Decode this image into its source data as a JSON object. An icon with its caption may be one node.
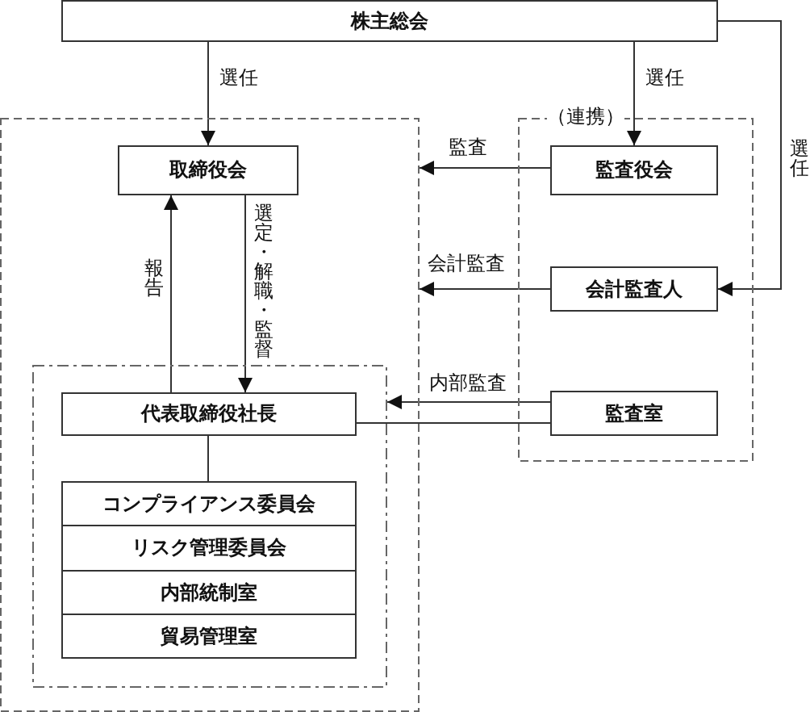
{
  "diagram": {
    "nodes": [
      {
        "text": [
          "株主総会"
        ]
      },
      {
        "text": [],
        "shape": "box"
      },
      {
        "text": [
          "取締役会"
        ],
        "in": 1
      },
      {
        "text": [],
        "shape": "box",
        "in": 1
      },
      {
        "text": [
          "代表取締役社長"
        ],
        "in": 3
      },
      {
        "text": [
          "コンプライアンス委員会"
        ],
        "in": 3
      },
      {
        "text": [
          "リスク管理委員会"
        ],
        "in": 3
      },
      {
        "text": [
          "内部統制室"
        ],
        "in": 3
      },
      {
        "text": [
          "貿易管理室"
        ],
        "in": 3
      },
      {
        "text": [
          "（連携）"
        ]
      },
      {
        "text": [
          "監査役会"
        ],
        "in": 9
      },
      {
        "text": [
          "会計監査人"
        ],
        "in": 9
      },
      {
        "text": [
          "監査室"
        ],
        "in": 9
      }
    ],
    "edges": [
      {
        "from": 0,
        "to": 2,
        "arrow": "to",
        "label": "選任"
      },
      {
        "from": 0,
        "to": 10,
        "arrow": "to",
        "label": "選任"
      },
      {
        "from": 0,
        "to": 11,
        "arrow": "to",
        "label": "選任"
      },
      {
        "from": 10,
        "to": 1,
        "arrow": "to",
        "label": "監査"
      },
      {
        "from": 11,
        "to": 1,
        "arrow": "to",
        "label": "会計監査"
      },
      {
        "from": 12,
        "to": 3,
        "arrow": "to",
        "label": "内部監査"
      },
      {
        "from": 4,
        "to": 12,
        "arrow": "none"
      },
      {
        "from": 4,
        "to": 2,
        "arrow": "to",
        "label": "報告"
      },
      {
        "from": 2,
        "to": 4,
        "arrow": "to",
        "label": "選定・解職・監督"
      },
      {
        "from": 4,
        "to": 5,
        "arrow": "none"
      }
    ]
  }
}
